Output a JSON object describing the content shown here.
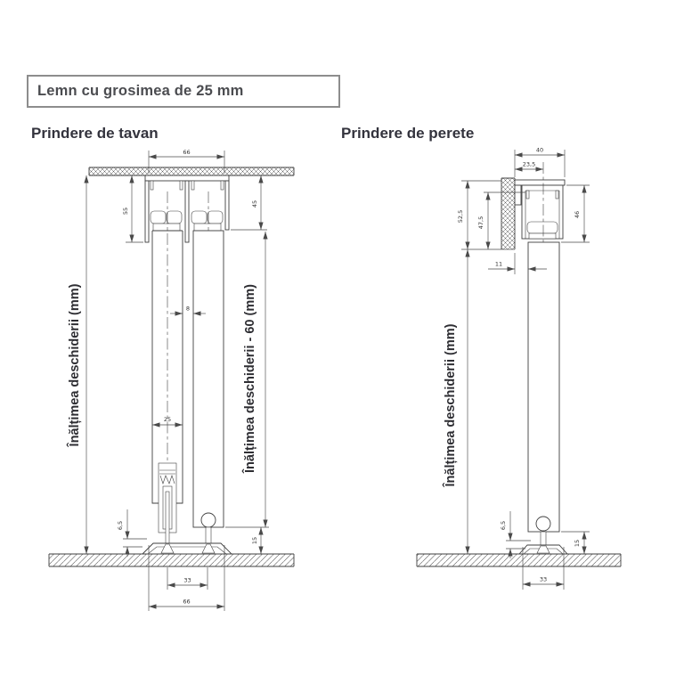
{
  "header": {
    "box_label": "Lemn cu grosimea de 25 mm"
  },
  "ceiling": {
    "title": "Prindere de tavan",
    "label_opening_height": "Înălțimea deschiderii (mm)",
    "label_door_height": "Înălțimea deschiderii - 60 (mm)",
    "dims": {
      "track_width_top": "66",
      "left_height": "55",
      "right_height": "45",
      "panel_gap": "8",
      "panel_thickness": "25",
      "guide_clearance": "6,5",
      "floor_clearance": "15",
      "centers_spacing": "33",
      "track_width_bottom": "66"
    }
  },
  "wall": {
    "title": "Prindere de perete",
    "label_opening_height": "Înălțimea deschiderii (mm)",
    "dims": {
      "bracket_width": "40",
      "rail_offset": "23,5",
      "bracket_height": "52,5",
      "inner_height": "47,5",
      "rail_height": "46",
      "wall_gap": "11",
      "guide_clearance": "6,5",
      "floor_clearance": "15",
      "guide_width": "33"
    }
  }
}
